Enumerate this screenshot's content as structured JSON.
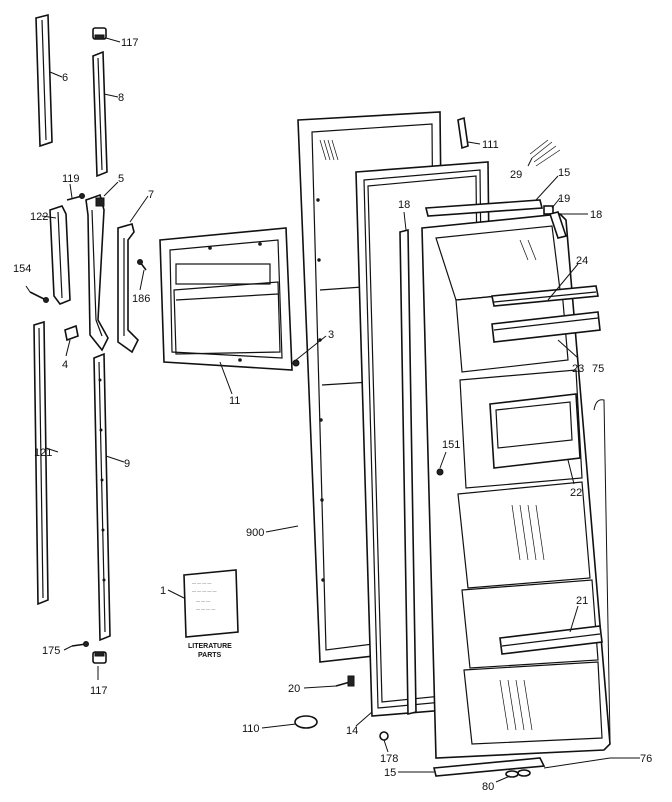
{
  "labels": {
    "p117a": "117",
    "p6": "6",
    "p8": "8",
    "p119": "119",
    "p5": "5",
    "p7": "7",
    "p122": "122",
    "p154": "154",
    "p186": "186",
    "p4": "4",
    "p3": "3",
    "p11": "11",
    "p121": "121",
    "p9": "9",
    "p900": "900",
    "p1": "1",
    "p175": "175",
    "p117b": "117",
    "p20": "20",
    "p110": "110",
    "p14": "14",
    "p178": "178",
    "p15a": "15",
    "p80": "80",
    "p76": "76",
    "p111": "111",
    "p29": "29",
    "p15b": "15",
    "p19": "19",
    "p18a": "18",
    "p18b": "18",
    "p24": "24",
    "p23": "23",
    "p75": "75",
    "p151": "151",
    "p22": "22",
    "p21": "21"
  },
  "literature": {
    "line1": "LITERATURE",
    "line2": "PARTS"
  }
}
